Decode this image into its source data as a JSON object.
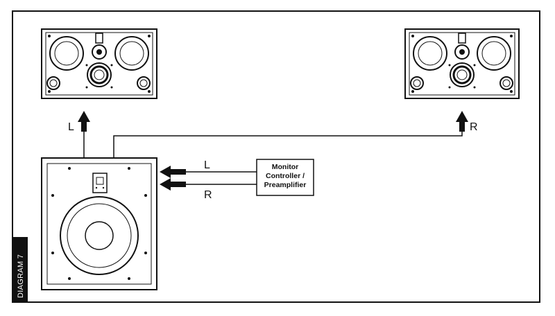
{
  "diagram": {
    "tab_label": "DIAGRAM 7",
    "labels": {
      "left_monitor_arrow": "L",
      "right_monitor_arrow": "R",
      "input_left": "L",
      "input_right": "R"
    },
    "controller": {
      "line1": "Monitor",
      "line2": "Controller /",
      "line3": "Preamplifier"
    }
  }
}
